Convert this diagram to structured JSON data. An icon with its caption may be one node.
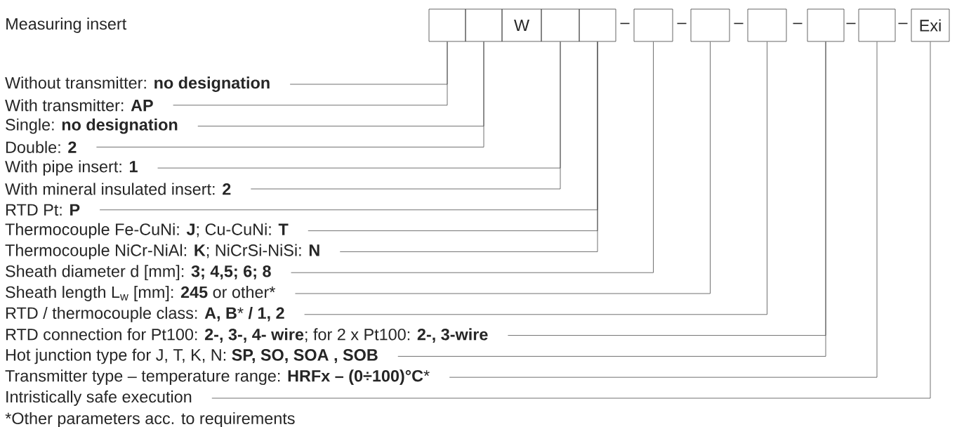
{
  "diagram": {
    "nodes": [
      {
        "text": [],
        "shape": "box"
      },
      {
        "text": [],
        "shape": "box"
      },
      {
        "text": [
          "W"
        ]
      },
      {
        "text": [],
        "shape": "box"
      },
      {
        "text": [],
        "shape": "box"
      },
      {
        "text": [],
        "shape": "box"
      },
      {
        "text": [],
        "shape": "box"
      },
      {
        "text": [],
        "shape": "box"
      },
      {
        "text": [],
        "shape": "box"
      },
      {
        "text": [],
        "shape": "box"
      },
      {
        "text": [
          "Exi"
        ]
      },
      {
        "text": [
          "Without transmitter: **no designation**"
        ]
      },
      {
        "text": [
          "With transmitter: **AP**"
        ]
      },
      {
        "text": [
          "Single: **no designation**"
        ]
      },
      {
        "text": [
          "Double: **2**"
        ]
      },
      {
        "text": [
          "With pipe insert: **1**"
        ]
      },
      {
        "text": [
          "With mineral insulated insert: **2**"
        ]
      },
      {
        "text": [
          "RTD Pt: **P**"
        ]
      },
      {
        "text": [
          "Thermocouple Fe-CuNi: **J**; Cu-CuNi: **T**"
        ]
      },
      {
        "text": [
          "Thermocouple NiCr-NiAl: **K**; NiCrSi-NiSi: **N**"
        ]
      },
      {
        "text": [
          "Sheath diameter d [mm]: **3; 4,5; 6; 8**"
        ]
      },
      {
        "text": [
          "Sheath length L$_{w}$ [mm]: **245** or other*"
        ]
      },
      {
        "text": [
          "RTD / thermocouple class: **A, B*** **/ 1, 2**"
        ]
      },
      {
        "text": [
          "RTD connection for Pt100: **2-, 3-, 4- wire**; for 2 x Pt100: **2-, 3-wire**"
        ]
      },
      {
        "text": [
          "Hot junction type for J, T, K, N: **SP, SO, SOA , SOB**"
        ]
      },
      {
        "text": [
          "Transmitter type – temperature range: **HRFx – (0÷100)°C***"
        ]
      },
      {
        "text": [
          "Intristically safe execution"
        ]
      }
    ],
    "edges": [
      {
        "from": 11,
        "to": 0,
        "arrow": "none"
      },
      {
        "from": 12,
        "to": 0,
        "arrow": "none"
      },
      {
        "from": 13,
        "to": 1,
        "arrow": "none"
      },
      {
        "from": 14,
        "to": 1,
        "arrow": "none"
      },
      {
        "from": 15,
        "to": 3,
        "arrow": "none"
      },
      {
        "from": 16,
        "to": 3,
        "arrow": "none"
      },
      {
        "from": 17,
        "to": 4,
        "arrow": "none"
      },
      {
        "from": 18,
        "to": 4,
        "arrow": "none"
      },
      {
        "from": 19,
        "to": 4,
        "arrow": "none"
      },
      {
        "from": 20,
        "to": 5,
        "arrow": "none"
      },
      {
        "from": 21,
        "to": 6,
        "arrow": "none"
      },
      {
        "from": 22,
        "to": 7,
        "arrow": "none"
      },
      {
        "from": 23,
        "to": 8,
        "arrow": "none"
      },
      {
        "from": 24,
        "to": 8,
        "arrow": "none"
      },
      {
        "from": 25,
        "to": 9,
        "arrow": "none"
      },
      {
        "from": 26,
        "to": 10,
        "arrow": "none"
      }
    ],
    "labels": [
      "Measuring insert",
      "–",
      "–",
      "–",
      "–",
      "–",
      "–",
      "*Other parameters acc. to requirements"
    ]
  }
}
